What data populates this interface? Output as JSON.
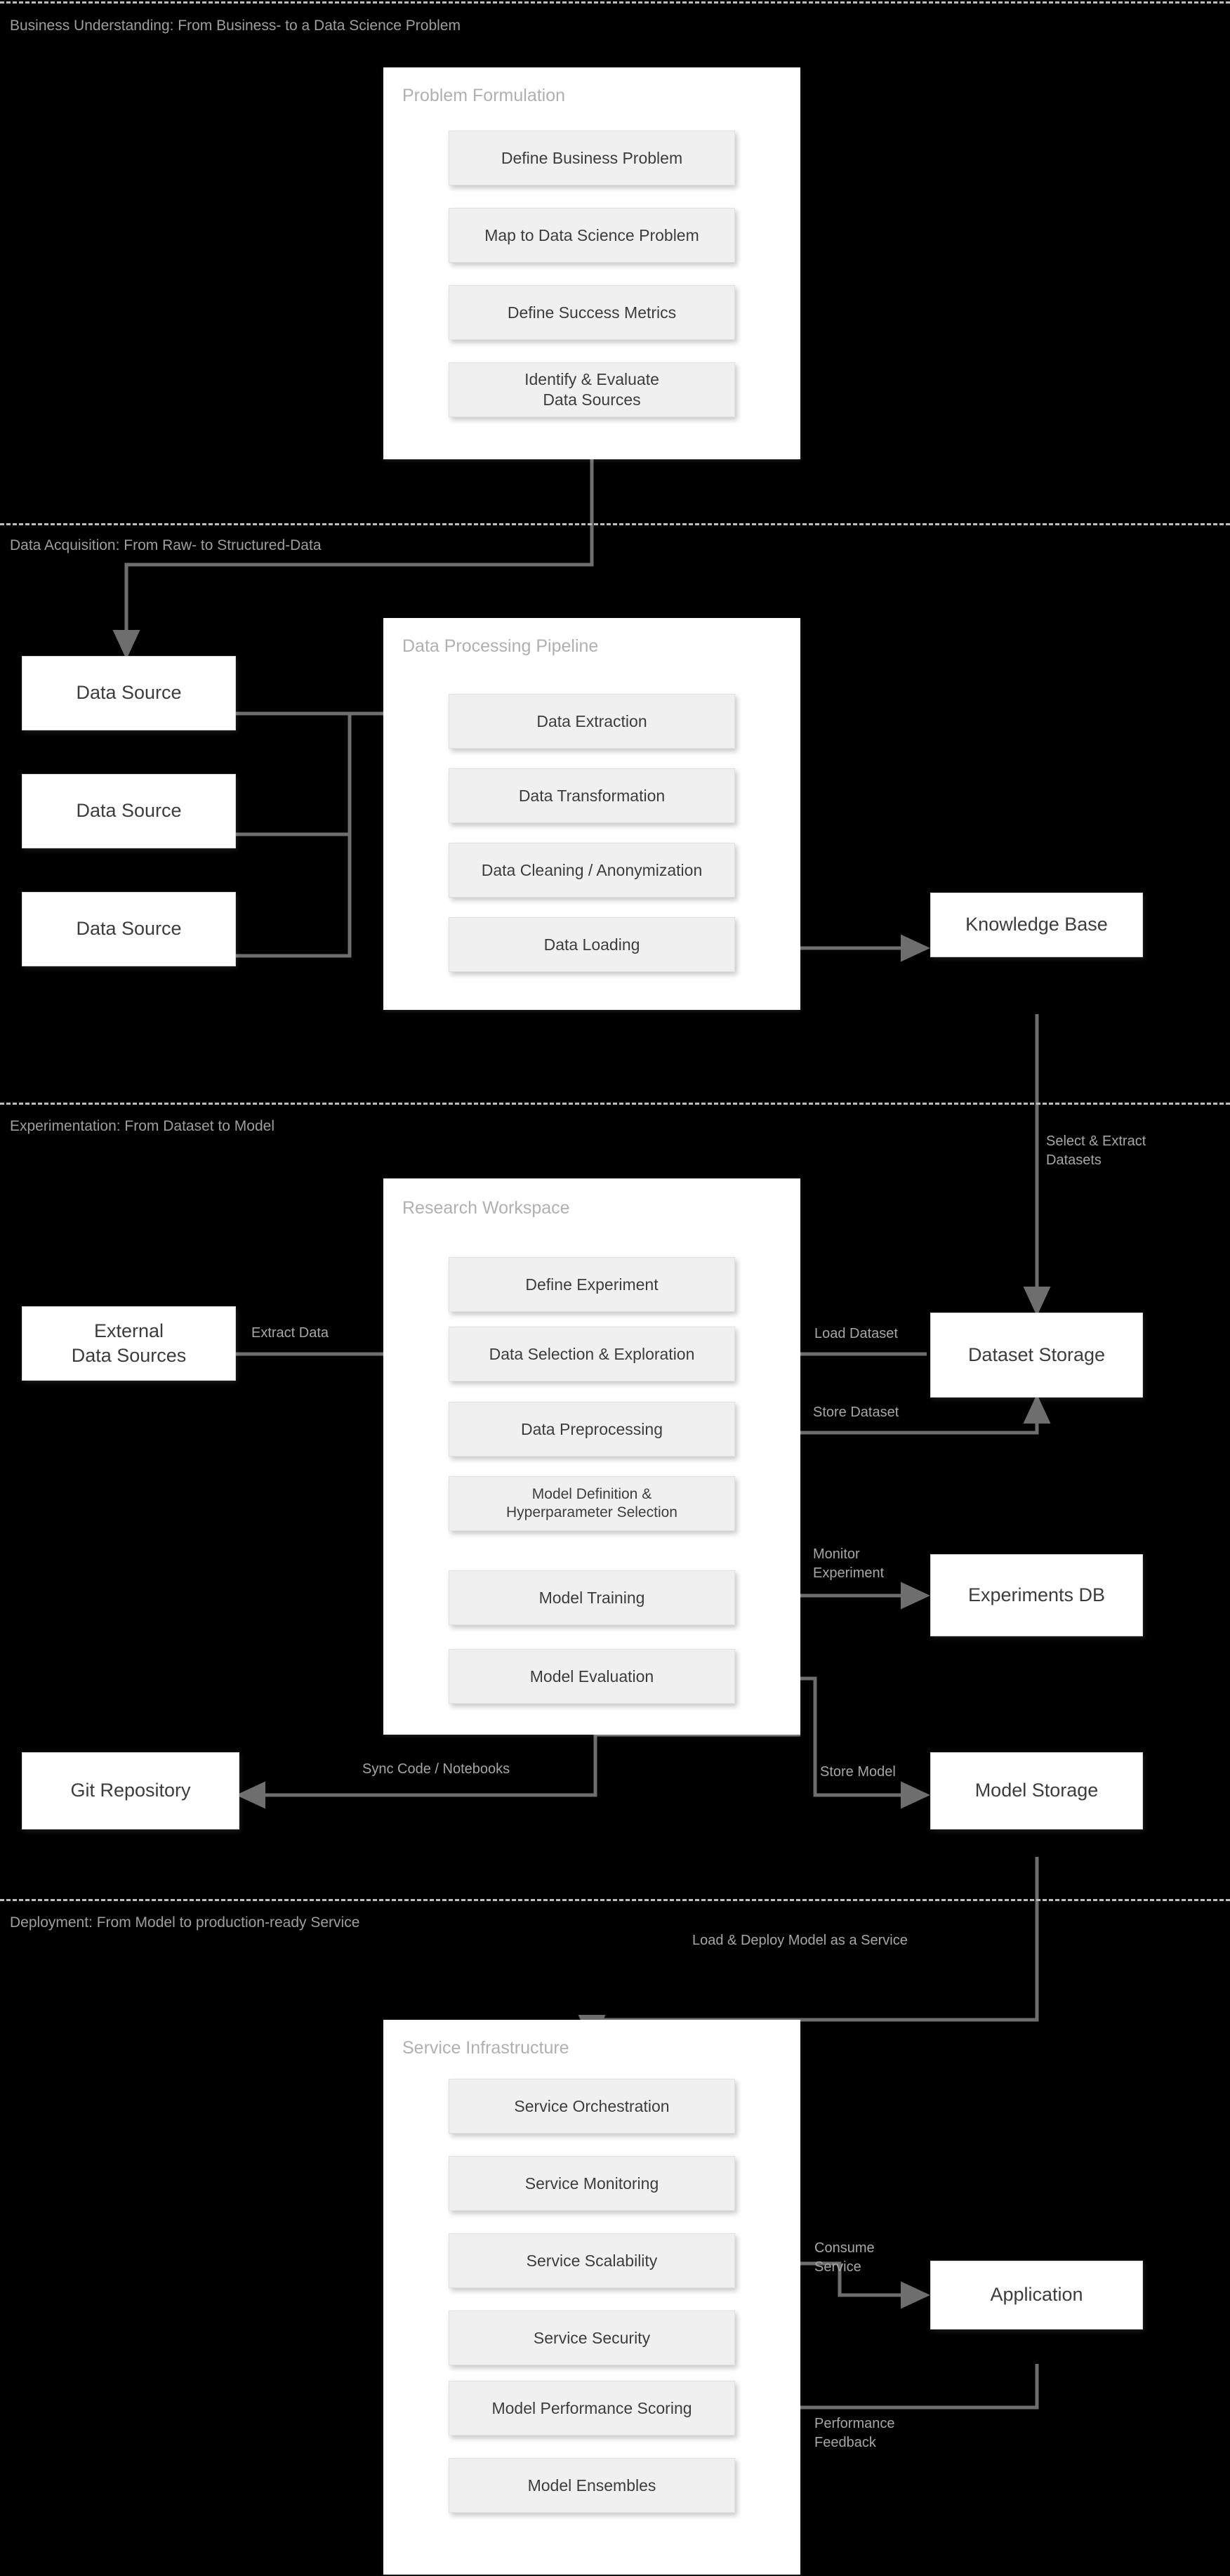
{
  "diagram": {
    "title": "Data Science Lifecycle Architecture",
    "background": "#000000",
    "node_fill": "#f0f0f0",
    "container_fill": "#ffffff",
    "wire_color": "#6e6e6e",
    "label_color": "#a6a6a6"
  },
  "lanes": [
    {
      "id": "business",
      "label": "Business Understanding: From Business- to a Data Science Problem"
    },
    {
      "id": "acquisition",
      "label": "Data Acquisition: From Raw- to  Structured-Data"
    },
    {
      "id": "experimentation",
      "label": "Experimentation: From Dataset to Model"
    },
    {
      "id": "deployment",
      "label": "Deployment: From Model to production-ready Service"
    }
  ],
  "containers": [
    {
      "id": "problem-formulation",
      "title": "Problem Formulation"
    },
    {
      "id": "data-processing",
      "title": "Data Processing Pipeline"
    },
    {
      "id": "research-workspace",
      "title": "Research Workspace"
    },
    {
      "id": "service-infrastructure",
      "title": "Service Infrastructure"
    }
  ],
  "problem_formulation_steps": [
    {
      "label": "Define Business Problem"
    },
    {
      "label": "Map to Data Science Problem"
    },
    {
      "label": "Define Success Metrics"
    },
    {
      "label": "Identify & Evaluate\nData Sources"
    }
  ],
  "data_processing_steps": [
    {
      "label": "Data Extraction"
    },
    {
      "label": "Data Transformation"
    },
    {
      "label": "Data Cleaning / Anonymization"
    },
    {
      "label": "Data Loading"
    }
  ],
  "research_workspace_steps": [
    {
      "label": "Define Experiment"
    },
    {
      "label": "Data Selection & Exploration"
    },
    {
      "label": "Data Preprocessing"
    },
    {
      "label": "Model Definition &\nHyperparameter Selection"
    },
    {
      "label": "Model Training"
    },
    {
      "label": "Model Evaluation"
    }
  ],
  "service_infrastructure_steps": [
    {
      "label": "Service Orchestration"
    },
    {
      "label": "Service Monitoring"
    },
    {
      "label": "Service Scalability"
    },
    {
      "label": "Service Security"
    },
    {
      "label": "Model Performance Scoring"
    },
    {
      "label": "Model Ensembles"
    }
  ],
  "external_nodes": [
    {
      "id": "data-source-1",
      "label": "Data Source"
    },
    {
      "id": "data-source-2",
      "label": "Data Source"
    },
    {
      "id": "data-source-3",
      "label": "Data Source"
    },
    {
      "id": "knowledge-base",
      "label": "Knowledge Base"
    },
    {
      "id": "external-data-sources",
      "label": "External\nData Sources"
    },
    {
      "id": "dataset-storage",
      "label": "Dataset Storage"
    },
    {
      "id": "experiments-db",
      "label": "Experiments DB"
    },
    {
      "id": "git-repository",
      "label": "Git Repository"
    },
    {
      "id": "model-storage",
      "label": "Model Storage"
    },
    {
      "id": "application",
      "label": "Application"
    }
  ],
  "edge_labels": [
    {
      "id": "select-extract-datasets",
      "text": "Select & Extract\nDatasets"
    },
    {
      "id": "extract-data",
      "text": "Extract Data"
    },
    {
      "id": "load-dataset",
      "text": "Load Dataset"
    },
    {
      "id": "store-dataset",
      "text": "Store Dataset"
    },
    {
      "id": "monitor-experiment",
      "text": "Monitor\nExperiment"
    },
    {
      "id": "sync-code-notebooks",
      "text": "Sync Code / Notebooks"
    },
    {
      "id": "store-model",
      "text": "Store Model"
    },
    {
      "id": "load-deploy-model",
      "text": "Load & Deploy Model as a Service"
    },
    {
      "id": "consume-service",
      "text": "Consume\nService"
    },
    {
      "id": "performance-feedback",
      "text": "Performance\nFeedback"
    }
  ]
}
